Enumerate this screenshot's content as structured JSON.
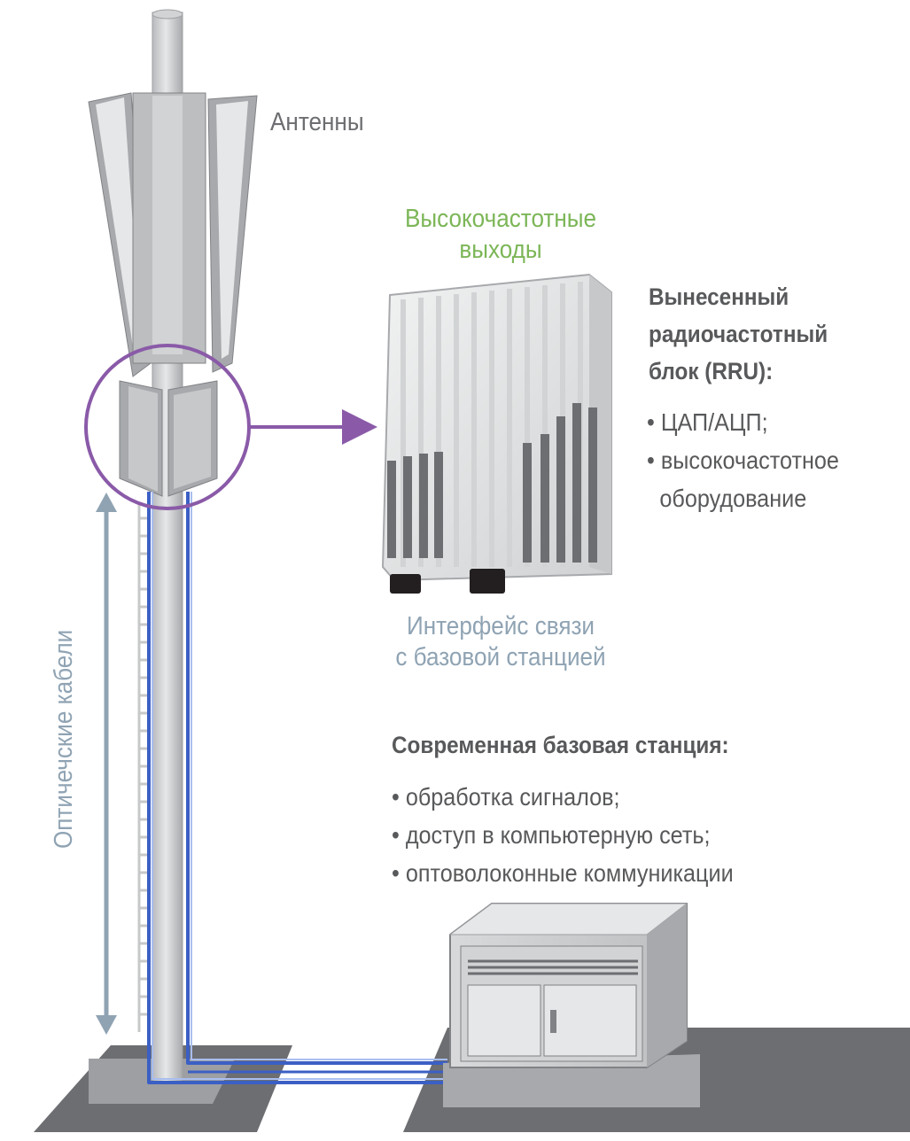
{
  "labels": {
    "antennas": "Антенны",
    "rf_outputs_line1": "Высокочастотные",
    "rf_outputs_line2": "выходы",
    "interface_line1": "Интерфейс связи",
    "interface_line2": "с базовой станцией",
    "optical_cables": "Оптичечские кабели"
  },
  "rru": {
    "heading_line1": "Вынесенный",
    "heading_line2": "радиочастотный",
    "heading_line3": "блок (RRU):",
    "bullets": [
      "• ЦАП/АЦП;",
      "• высокочастотное",
      "оборудование"
    ]
  },
  "base_station": {
    "heading": "Современная базовая станция:",
    "bullets": [
      "• обработка сигналов;",
      "• доступ в компьютерную сеть;",
      "• оптоволоконные коммуникации"
    ]
  },
  "colors": {
    "cable": "#3b5fc4",
    "callout_circle": "#8a5aa8",
    "arrow_grey": "#8fa3b3",
    "label_green": "#7cb657"
  }
}
